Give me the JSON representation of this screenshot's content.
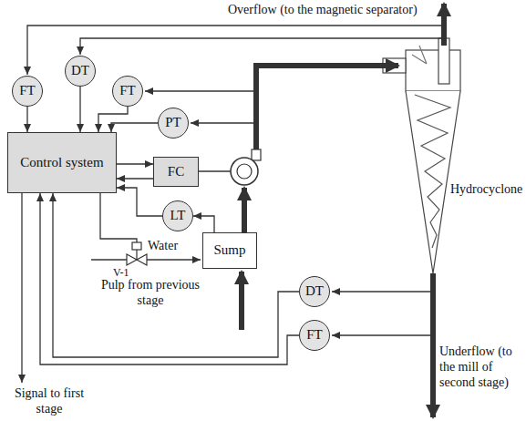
{
  "diagram": {
    "nodes": [
      {
        "text": [
          "Control system"
        ]
      },
      {
        "text": [
          "FT"
        ]
      },
      {
        "text": [
          "DT"
        ]
      },
      {
        "text": [
          "FT"
        ]
      },
      {
        "text": [
          "PT"
        ]
      },
      {
        "text": [
          "FC"
        ]
      },
      {
        "text": [
          "LT"
        ]
      },
      {
        "text": [
          "Sump"
        ]
      },
      {
        "text": [
          "DT"
        ]
      },
      {
        "text": [
          "FT"
        ]
      }
    ],
    "edges": [
      {
        "from": 1,
        "to": 0,
        "arrow": "to"
      },
      {
        "from": 2,
        "to": 0,
        "arrow": "to"
      },
      {
        "from": 3,
        "to": 0,
        "arrow": "to"
      },
      {
        "from": 4,
        "to": 0,
        "arrow": "to"
      },
      {
        "from": 0,
        "to": 5,
        "arrow": "to"
      },
      {
        "from": 5,
        "to": 0,
        "arrow": "to"
      },
      {
        "from": 7,
        "to": 6,
        "arrow": "to"
      },
      {
        "from": 6,
        "to": 0,
        "arrow": "to"
      },
      {
        "from": 8,
        "to": 0,
        "arrow": "to"
      },
      {
        "from": 9,
        "to": 0,
        "arrow": "to"
      }
    ],
    "labels": [
      "Overflow (to the magnetic separator)",
      "Hydrocyclone",
      "Water",
      "V-1",
      "Pulp from previous stage",
      "Underflow (to the mill of second stage)",
      "Signal to first stage"
    ]
  }
}
